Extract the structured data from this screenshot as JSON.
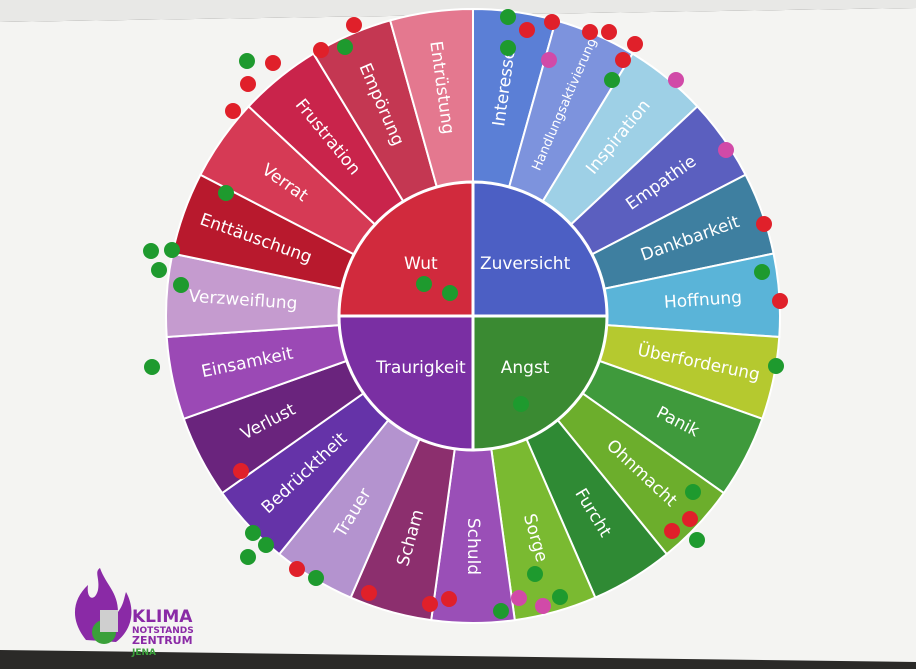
{
  "wheel": {
    "quadrants": [
      {
        "label": "Wut",
        "color": "#d12a3d"
      },
      {
        "label": "Zuversicht",
        "color": "#4c5fc4"
      },
      {
        "label": "Angst",
        "color": "#3a8a32"
      },
      {
        "label": "Traurigkeit",
        "color": "#7a2fa3"
      }
    ],
    "segments": [
      {
        "label": "Interesse",
        "color": "#5b7fd6"
      },
      {
        "label": "Handlungsaktivierung",
        "color": "#7d93dd"
      },
      {
        "label": "Inspiration",
        "color": "#9ed0e6"
      },
      {
        "label": "Empathie",
        "color": "#5b5fbf"
      },
      {
        "label": "Dankbarkeit",
        "color": "#3e7fa0"
      },
      {
        "label": "Hoffnung",
        "color": "#5ab4d8"
      },
      {
        "label": "Überforderung",
        "color": "#b5c92f"
      },
      {
        "label": "Panik",
        "color": "#3f9a3c"
      },
      {
        "label": "Ohnmacht",
        "color": "#6cae2c"
      },
      {
        "label": "Furcht",
        "color": "#2f8a34"
      },
      {
        "label": "Sorge",
        "color": "#7aba31"
      },
      {
        "label": "Schuld",
        "color": "#9a4fb7"
      },
      {
        "label": "Scham",
        "color": "#8c2f6e"
      },
      {
        "label": "Trauer",
        "color": "#b493cf"
      },
      {
        "label": "Bedrücktheit",
        "color": "#6533a8"
      },
      {
        "label": "Verlust",
        "color": "#6a247d"
      },
      {
        "label": "Einsamkeit",
        "color": "#9b49b5"
      },
      {
        "label": "Verzweiflung",
        "color": "#c59bcf"
      },
      {
        "label": "Enttäuschung",
        "color": "#b8192d"
      },
      {
        "label": "Verrat",
        "color": "#d63a55"
      },
      {
        "label": "Frustration",
        "color": "#c9244b"
      },
      {
        "label": "Empörung",
        "color": "#c43752"
      },
      {
        "label": "Entrüstung",
        "color": "#e4788f"
      }
    ]
  },
  "logo": {
    "line1": "KLIMA",
    "line2": "NOTSTANDS",
    "line3": "ZENTRUM",
    "line4": "JENA",
    "colors": {
      "purple": "#8a2aa6",
      "green": "#3aa03a"
    }
  },
  "dot_colors": {
    "red": "#e0202a",
    "green": "#1e9a2e",
    "pink": "#d14aa8"
  }
}
